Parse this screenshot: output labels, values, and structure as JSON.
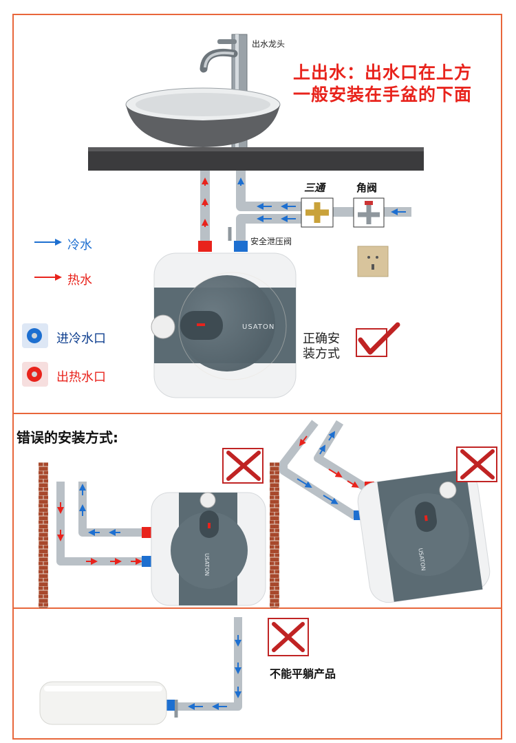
{
  "correct": {
    "headline_line1": "上出水：出水口在上方",
    "headline_line2": "一般安装在手盆的下面",
    "faucet_label": "出水龙头",
    "tee_label": "三通",
    "angle_valve_label": "角阀",
    "relief_valve_label": "安全泄压阀",
    "legend_cold": "冷水",
    "legend_hot": "热水",
    "cold_inlet_label": "进冷水口",
    "hot_outlet_label": "出热水口",
    "brand": "USATON",
    "verdict_line1": "正确安",
    "verdict_line2": "装方式"
  },
  "wrong": {
    "title": "错误的安装方式:",
    "brand_rotated": "USATON",
    "lying_label": "不能平躺产品"
  },
  "colors": {
    "frame": "#e8663a",
    "hot": "#e8231c",
    "cold": "#1d6fd0",
    "heater_panel": "#5b6b73",
    "heater_body": "#f1f2f3",
    "brick": "#a8482c",
    "pipe": "#b9c0c6"
  },
  "icons": [
    "check-mark-icon",
    "cross-mark-icon",
    "arrow-right-icon",
    "wall-socket-icon",
    "faucet-icon",
    "basin-icon"
  ]
}
